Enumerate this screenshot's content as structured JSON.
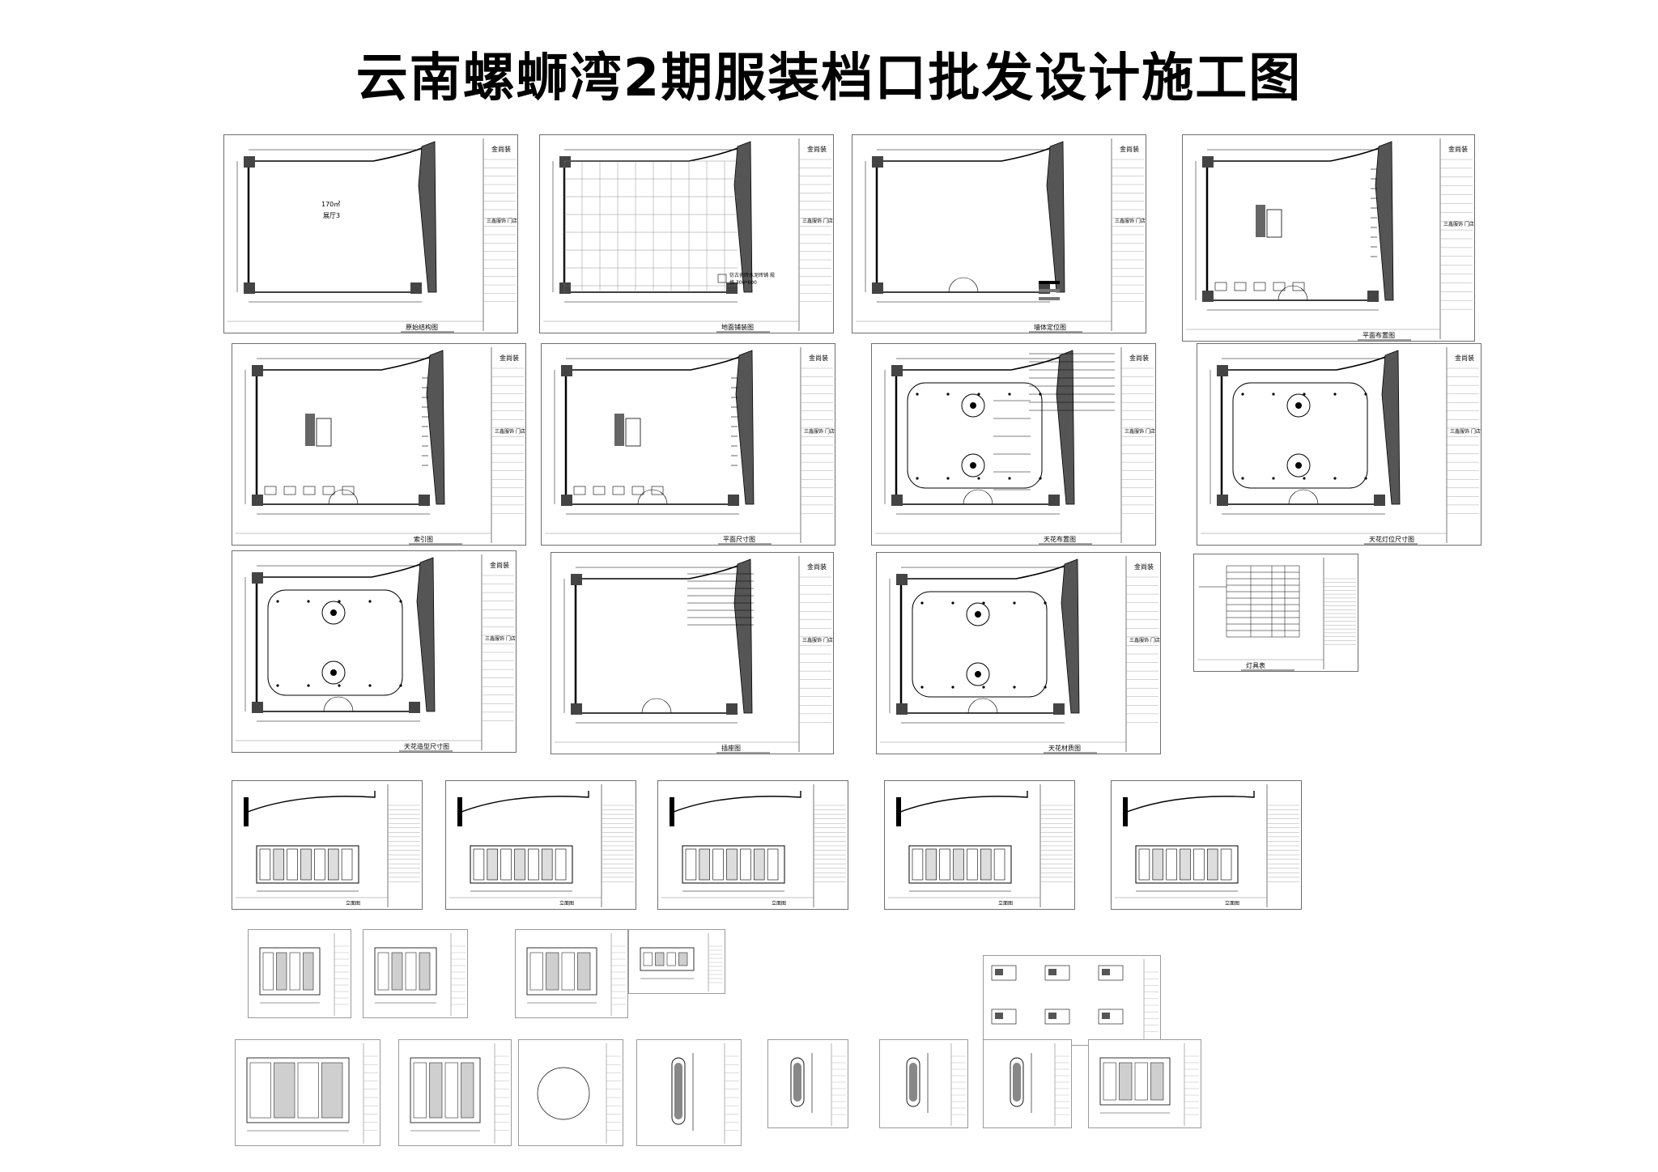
{
  "title": "云南螺蛳湾2期服装档口批发设计施工图",
  "title_block": {
    "company": "金尚装",
    "project": "三鑫服饰 门店"
  },
  "sheets": [
    {
      "label": "原始结构图"
    },
    {
      "label": "地面铺装图"
    },
    {
      "label": "墙体定位图"
    },
    {
      "label": "平面布置图"
    },
    {
      "label": "索引图"
    },
    {
      "label": "平面尺寸图"
    },
    {
      "label": "天花布置图"
    },
    {
      "label": "天花灯位尺寸图"
    },
    {
      "label": "天花造型尺寸图"
    },
    {
      "label": "插座图"
    },
    {
      "label": "天花材质图"
    },
    {
      "label": "灯具表"
    }
  ],
  "plan_notes": {
    "room_area": "170㎡",
    "room_name": "展厅3"
  },
  "legend": {
    "tile": "仿古瓷砖水泥砖铺 规格 300*600"
  },
  "elevations": [
    {
      "label": "立面图"
    },
    {
      "label": "立面图"
    },
    {
      "label": "立面图"
    },
    {
      "label": "立面图"
    },
    {
      "label": "立面图"
    }
  ]
}
